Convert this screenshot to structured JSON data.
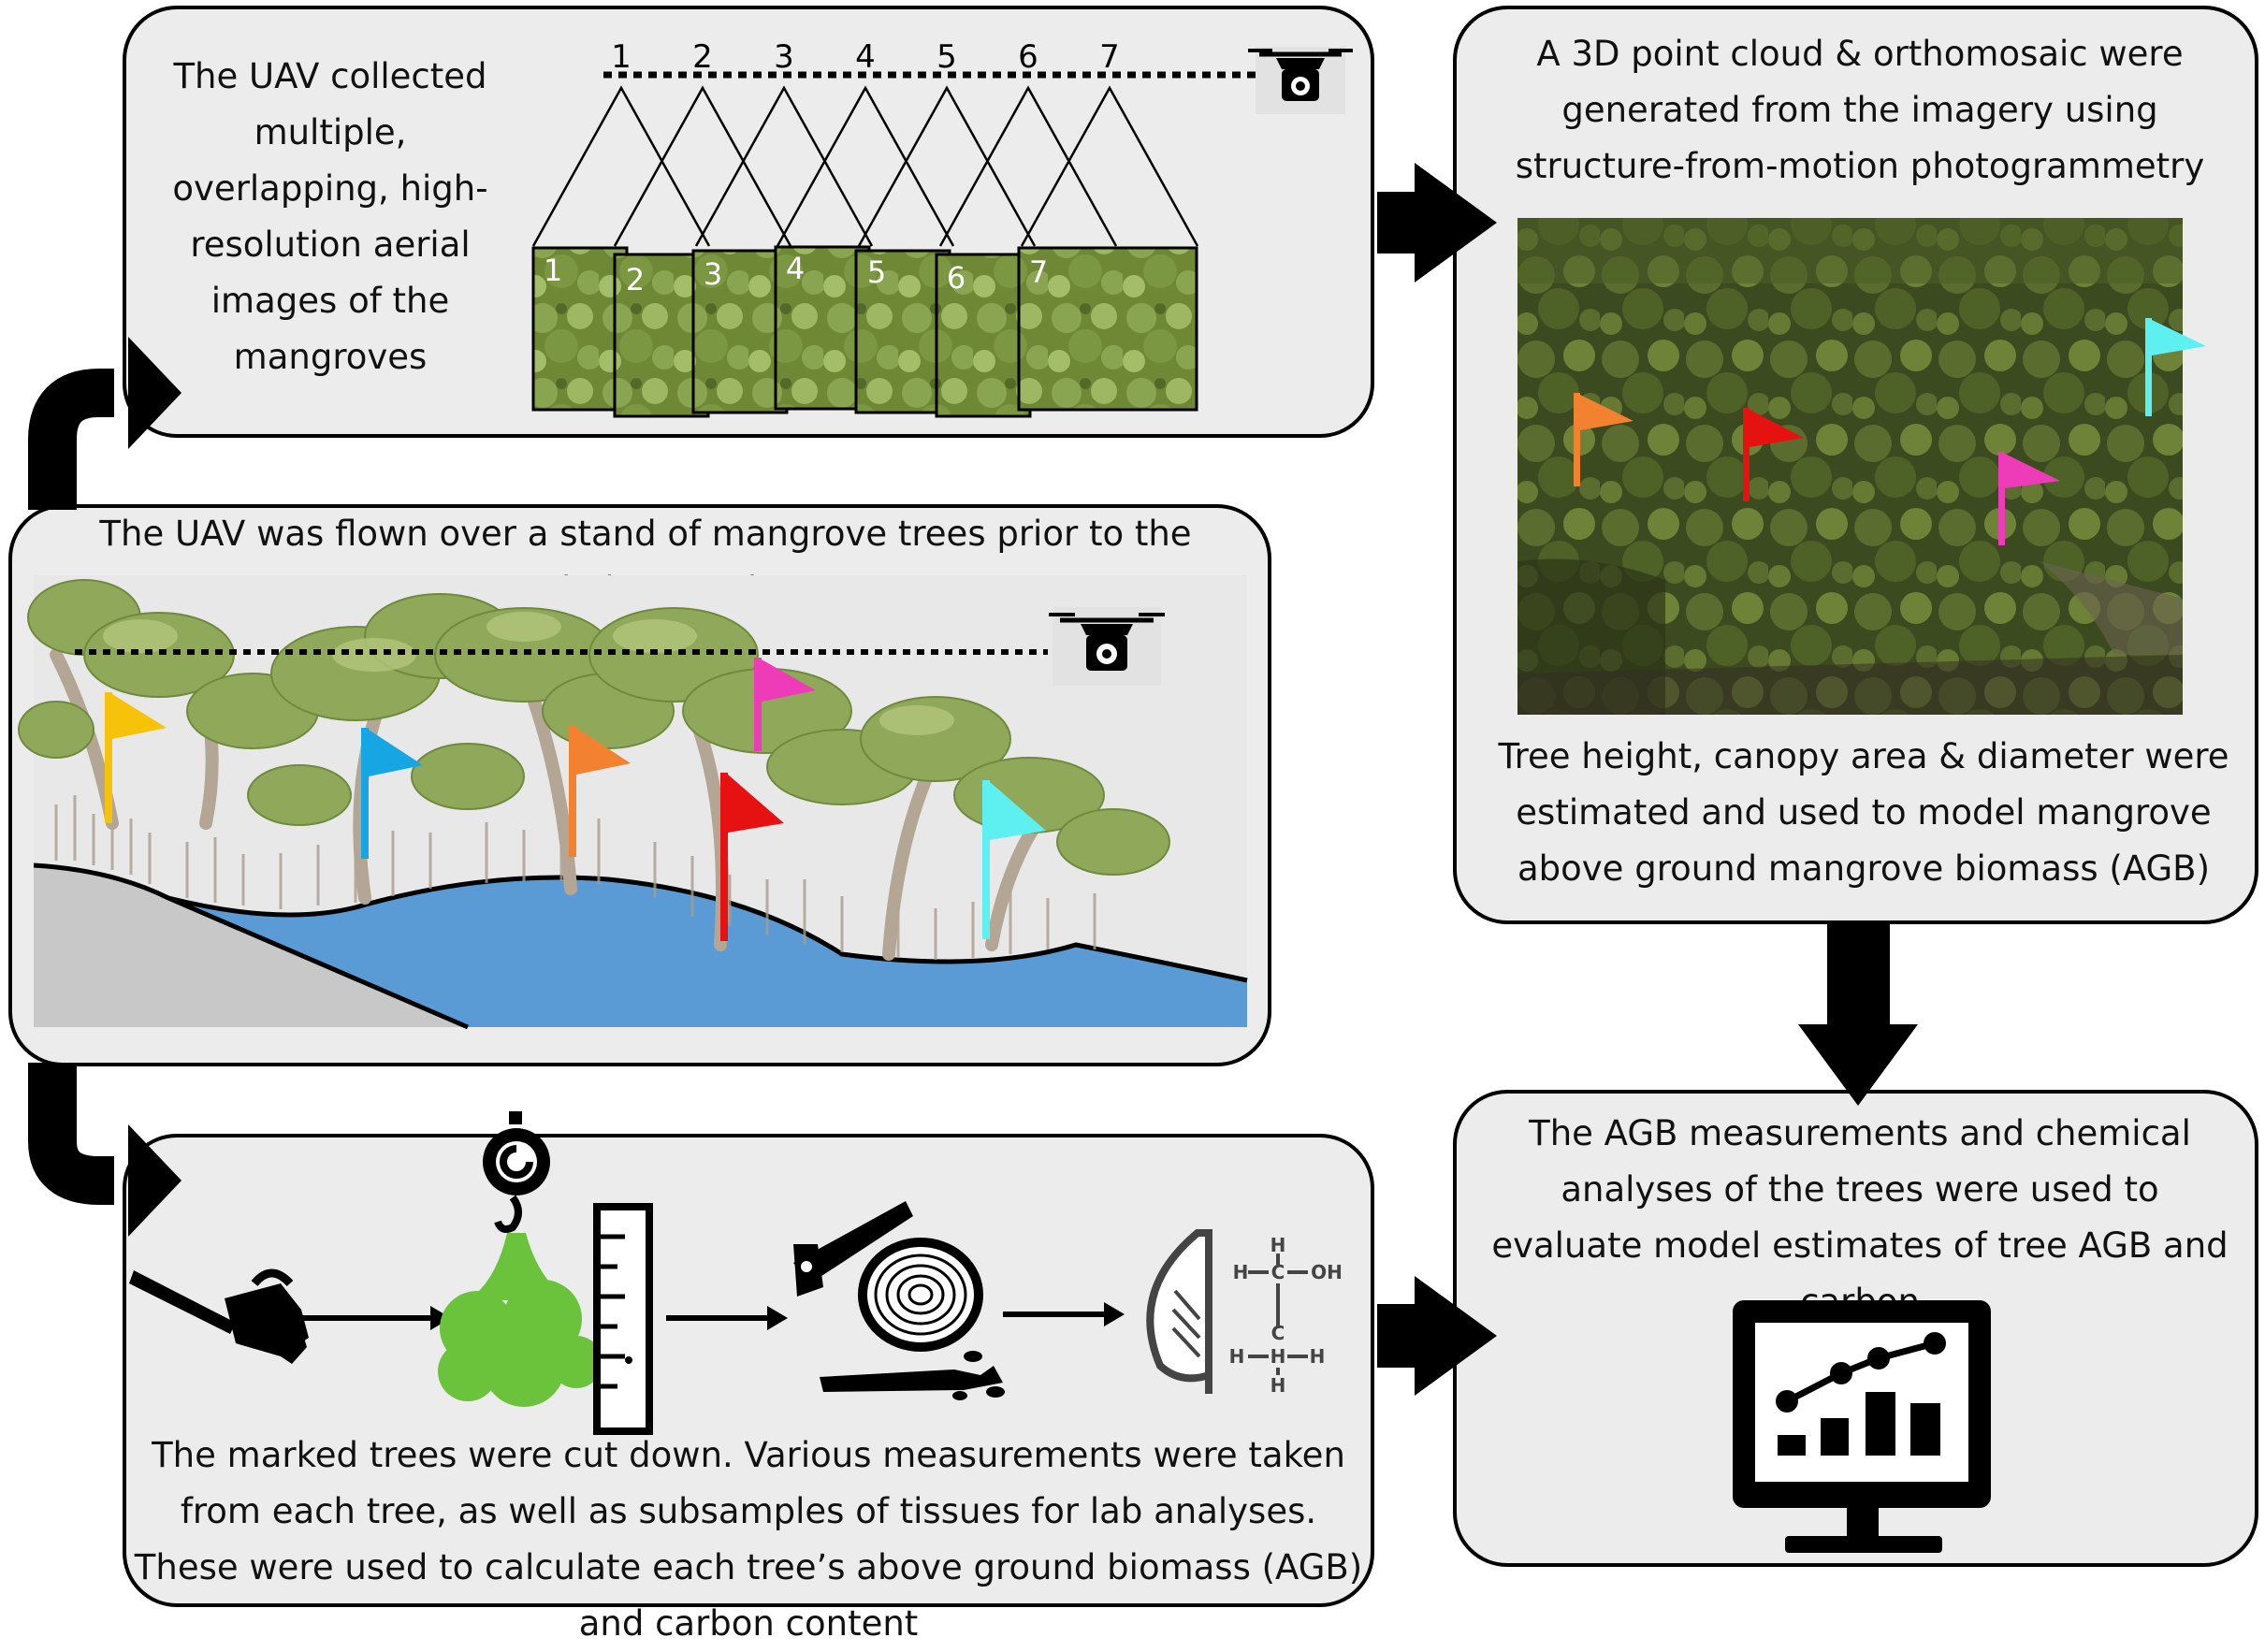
{
  "panels": {
    "collect": {
      "text": "The UAV collected multiple, overlapping, high-resolution aerial images of the mangroves",
      "image_numbers": [
        "1",
        "2",
        "3",
        "4",
        "5",
        "6",
        "7"
      ]
    },
    "flight": {
      "text": "The UAV was flown over a stand of mangrove trees prior to the trees being cut down",
      "flag_colors": [
        "#f7c20a",
        "#15a6e3",
        "#f28230",
        "#ee3cb8",
        "#e61212",
        "#5ef0f0"
      ]
    },
    "pointcloud": {
      "text_top": "A 3D point cloud & orthomosaic were generated from the imagery using structure-from-motion photogrammetry",
      "text_bottom": "Tree height, canopy area & diameter were estimated and used to model mangrove above ground mangrove biomass (AGB)"
    },
    "harvest": {
      "text": "The marked trees were cut down. Various measurements were taken from each tree, as well as subsamples of tissues for lab analyses. These were used to calculate each tree’s above ground biomass (AGB) and carbon content",
      "chem_labels": [
        "H",
        "H",
        "C",
        "OH",
        "C",
        "H",
        "H",
        "H",
        "H"
      ]
    },
    "evaluate": {
      "text": "The AGB measurements and chemical analyses of the trees were used to evaluate model estimates of tree AGB and carbon"
    }
  },
  "colors": {
    "panel_bg": "#ececec",
    "foliage": "#8aa552",
    "water": "#5b9bd5",
    "ground": "#c8c8c8",
    "bag": "#6bc33c"
  }
}
